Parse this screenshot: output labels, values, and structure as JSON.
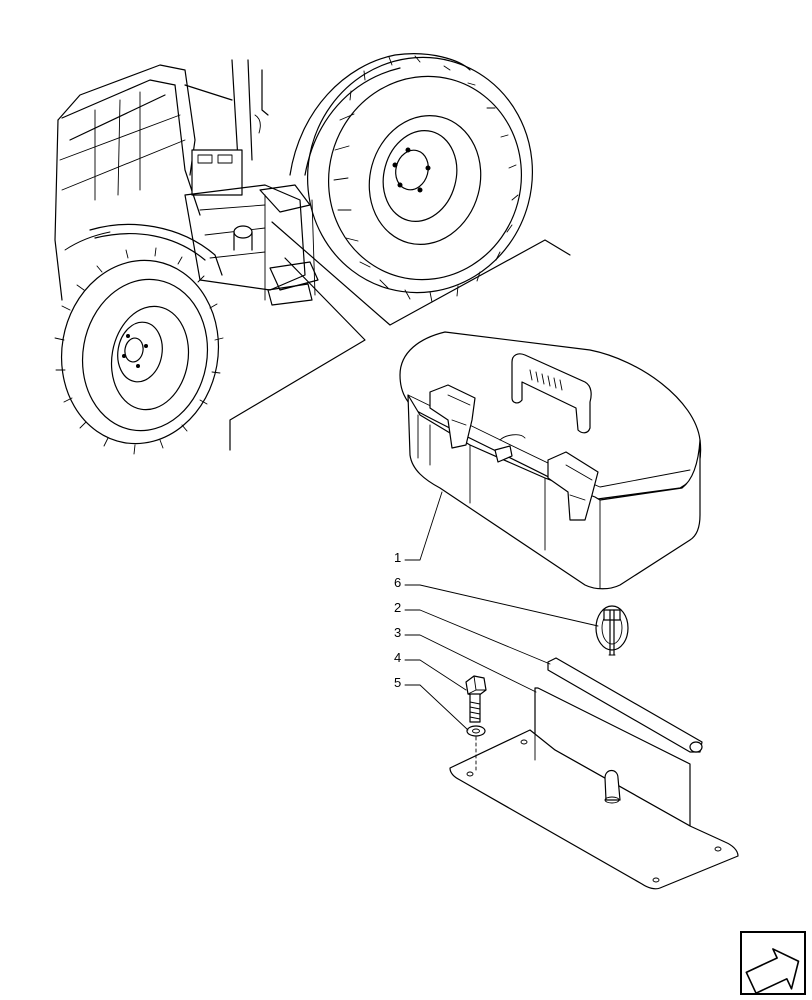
{
  "callouts": [
    {
      "number": "1",
      "part": "tool-box"
    },
    {
      "number": "6",
      "part": "lynch-pin"
    },
    {
      "number": "2",
      "part": "rod"
    },
    {
      "number": "3",
      "part": "bracket"
    },
    {
      "number": "4",
      "part": "bolt"
    },
    {
      "number": "5",
      "part": "washer"
    }
  ],
  "nav_icon": "next-page-arrow-icon"
}
